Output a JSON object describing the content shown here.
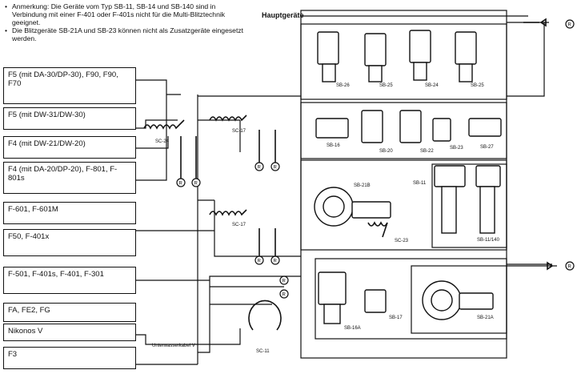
{
  "notes": [
    "Anmerkung: Die Geräte vom Typ SB-11, SB-14 und SB-140 sind in Verbindung mit einer F-401 oder F-401s nicht für die Multi-Blitztechnik geeignet.",
    "Die Blitzgeräte SB-21A und SB-23 können nicht als Zusatzgeräte eingesetzt werden."
  ],
  "main_units_label": "Hauptgeräte",
  "cameras": [
    {
      "label": "F5 (mit DA-30/DP-30), F90, F90, F70"
    },
    {
      "label": "F5 (mit DW-31/DW-30)"
    },
    {
      "label": "F4 (mit DW-21/DW-20)"
    },
    {
      "label": "F4 (mit DA-20/DP-20), F-801, F-801s"
    },
    {
      "label": "F-601, F-601M"
    },
    {
      "label": "F50, F-401x"
    },
    {
      "label": "F-501, F-401s, F-401, F-301"
    },
    {
      "label": "FA, FE2, FG"
    },
    {
      "label": "Nikonos V"
    },
    {
      "label": "F3"
    }
  ],
  "connector_labels": {
    "sc_a": "SC-24",
    "sc_b": "SC-17",
    "sc_c": "SC-17",
    "sc_d": "SC-11",
    "sc_e": "SC-23",
    "nikonos": "Unterwasserkabel V"
  },
  "flash_labels": {
    "row1": [
      "SB-26",
      "SB-25",
      "SB-24",
      "SB-25"
    ],
    "row2": [
      "SB-16",
      "SB-20",
      "SB-22",
      "SB-23",
      "SB-27"
    ],
    "row3": [
      "SB-21B",
      "SB-11",
      "SB-11/140"
    ],
    "row4": [
      "SB-16A",
      "SB-17",
      "SB-21A"
    ]
  }
}
